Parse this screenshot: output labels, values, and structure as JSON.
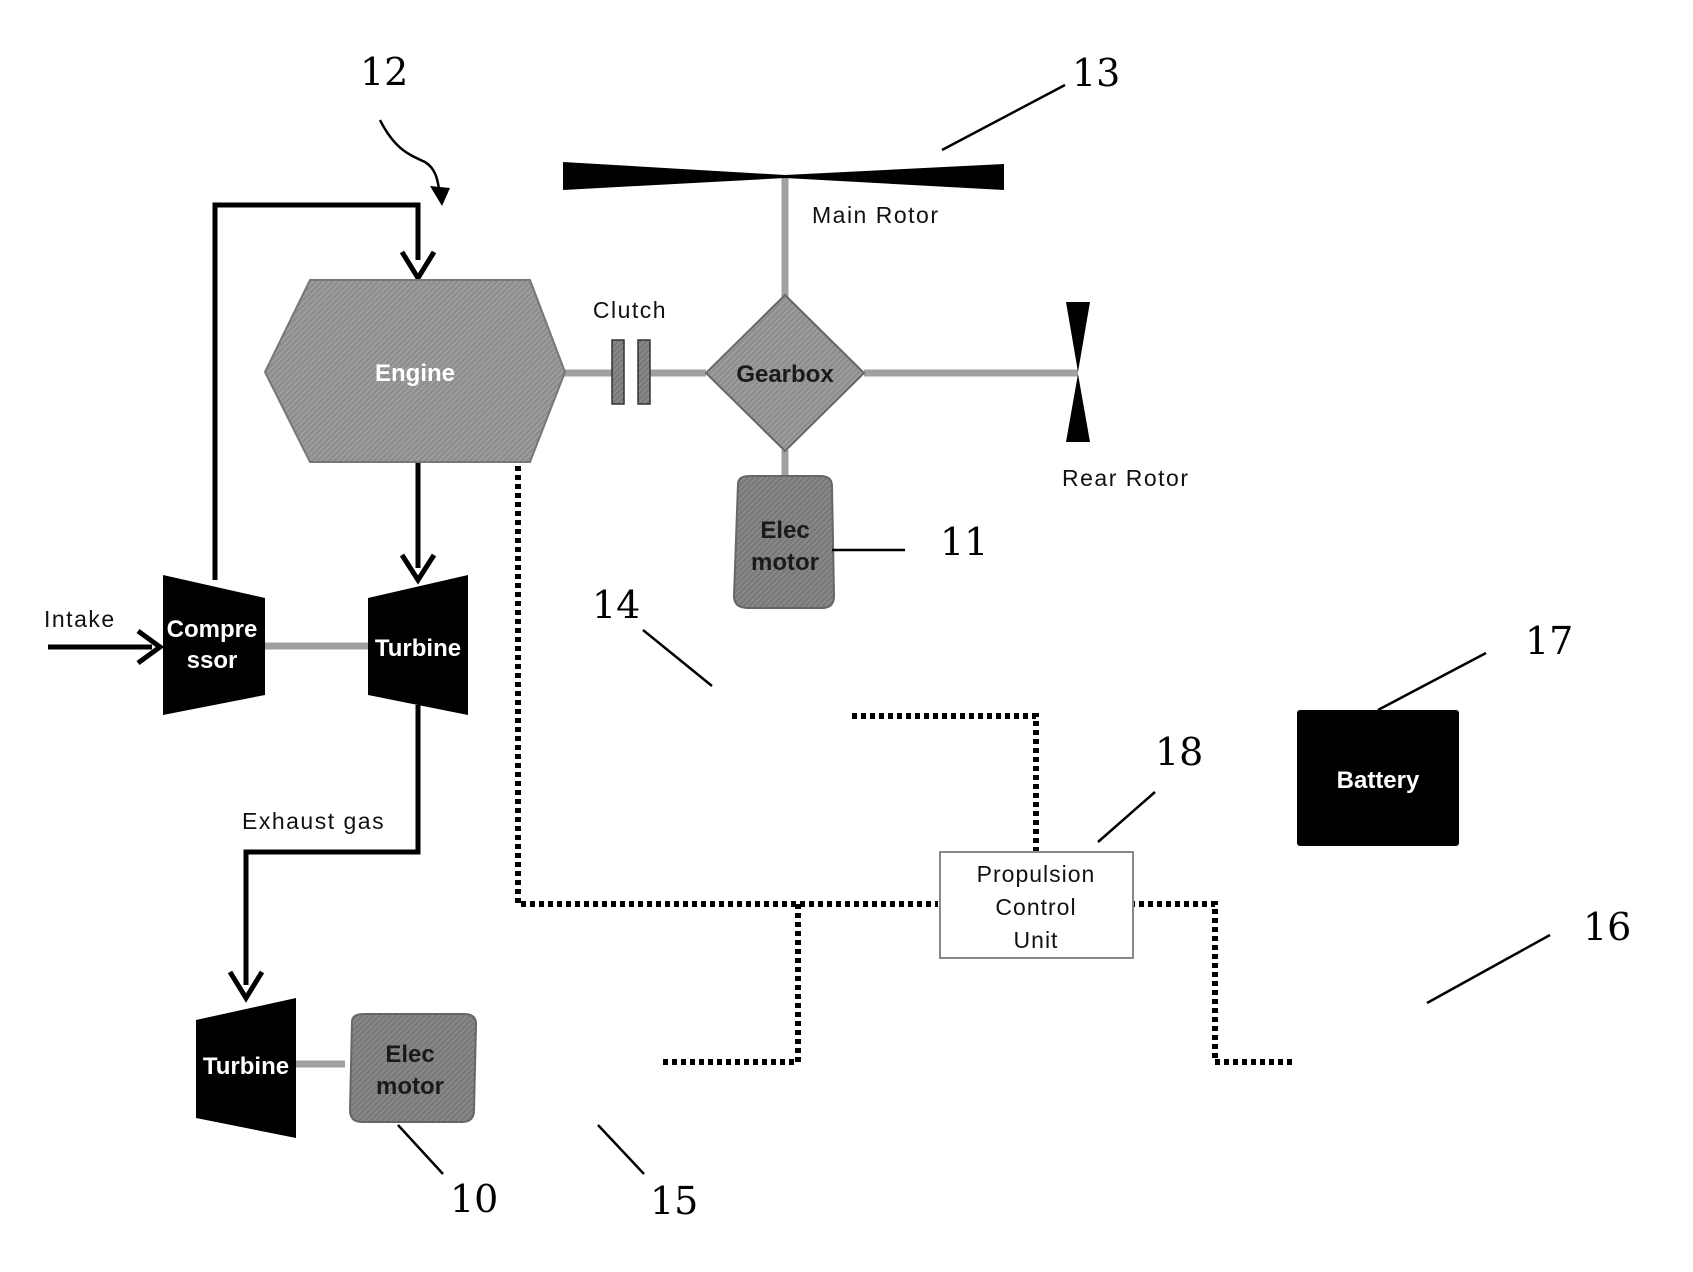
{
  "refs": {
    "r10": "10",
    "r11": "11",
    "r12": "12",
    "r13": "13",
    "r14": "14",
    "r15": "15",
    "r16": "16",
    "r17": "17",
    "r18": "18"
  },
  "labels": {
    "main_rotor": "Main Rotor",
    "rear_rotor": "Rear Rotor",
    "clutch": "Clutch",
    "intake": "Intake",
    "exhaust_gas": "Exhaust gas"
  },
  "blocks": {
    "engine": "Engine",
    "gearbox": "Gearbox",
    "elec_motor_top_line1": "Elec",
    "elec_motor_top_line2": "motor",
    "compressor_line1": "Compre",
    "compressor_line2": "ssor",
    "turbine_upper": "Turbine",
    "turbine_lower": "Turbine",
    "elec_motor_bottom_line1": "Elec",
    "elec_motor_bottom_line2": "motor",
    "battery": "Battery",
    "pcu_line1": "Propulsion",
    "pcu_line2": "Control",
    "pcu_line3": "Unit"
  },
  "colors": {
    "engine_fill": "#8c8c8c",
    "gearbox_fill": "#8a8a8a",
    "motor_fill": "#7c7c7c",
    "dark_block": "#000000",
    "shaft": "#a0a0a0"
  }
}
